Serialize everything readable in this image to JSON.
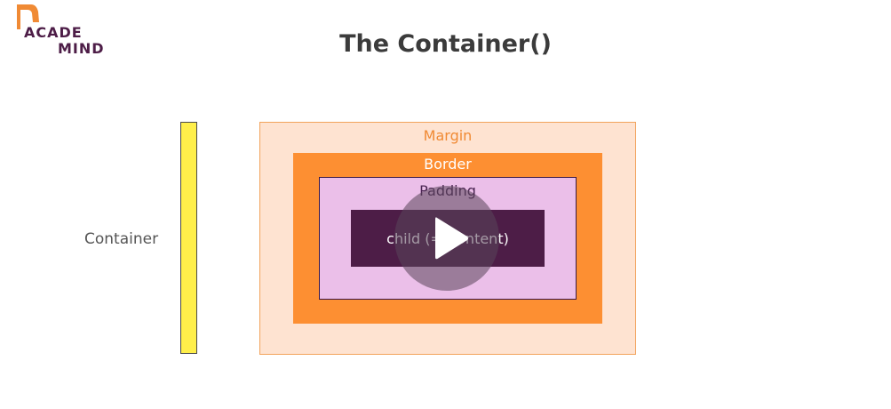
{
  "logo": {
    "line1": "ACADE",
    "line2": "MIND"
  },
  "slide": {
    "title": "The Container()",
    "container_label": "Container",
    "margin_label": "Margin",
    "border_label": "Border",
    "padding_label": "Padding",
    "child_label": "child (= Content)"
  },
  "colors": {
    "container_bar": "#ffef4a",
    "margin": "#fee3d1",
    "margin_text": "#f08a34",
    "border": "#fd8f32",
    "padding": "#ebbfe9",
    "child": "#4d1d47",
    "brand": "#4d1d47"
  },
  "player": {
    "icon": "play-icon"
  }
}
